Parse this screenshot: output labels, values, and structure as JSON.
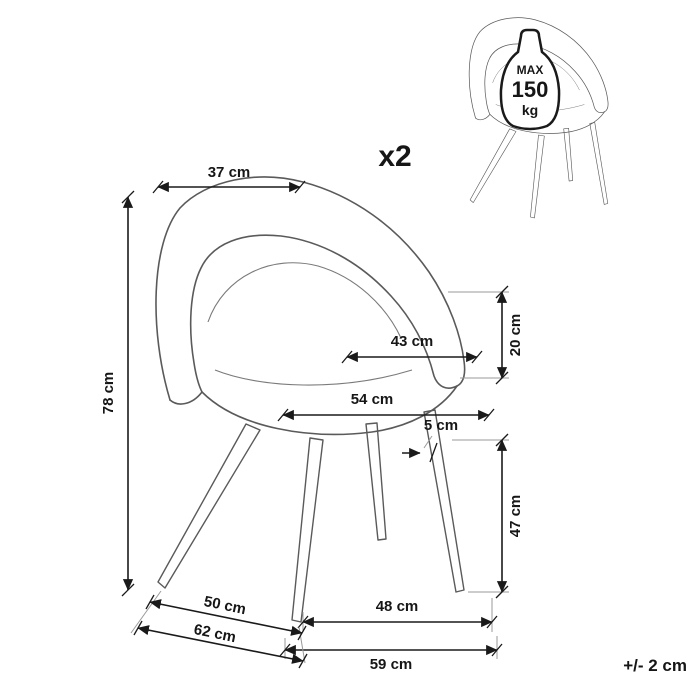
{
  "product_diagram": {
    "quantity": "x2",
    "tolerance": "+/- 2 cm",
    "max_load": {
      "label": "MAX",
      "value": "150",
      "unit": "kg"
    },
    "dimensions": {
      "backrest_width": "37 cm",
      "total_height": "78 cm",
      "seat_depth": "43 cm",
      "seat_width": "54 cm",
      "armrest_to_seat_height": "20 cm",
      "leg_width": "5 cm",
      "seat_height": "47 cm",
      "leg_span_front": "48 cm",
      "depth_inner": "50 cm",
      "total_depth": "62 cm",
      "leg_span_total": "59 cm"
    }
  }
}
